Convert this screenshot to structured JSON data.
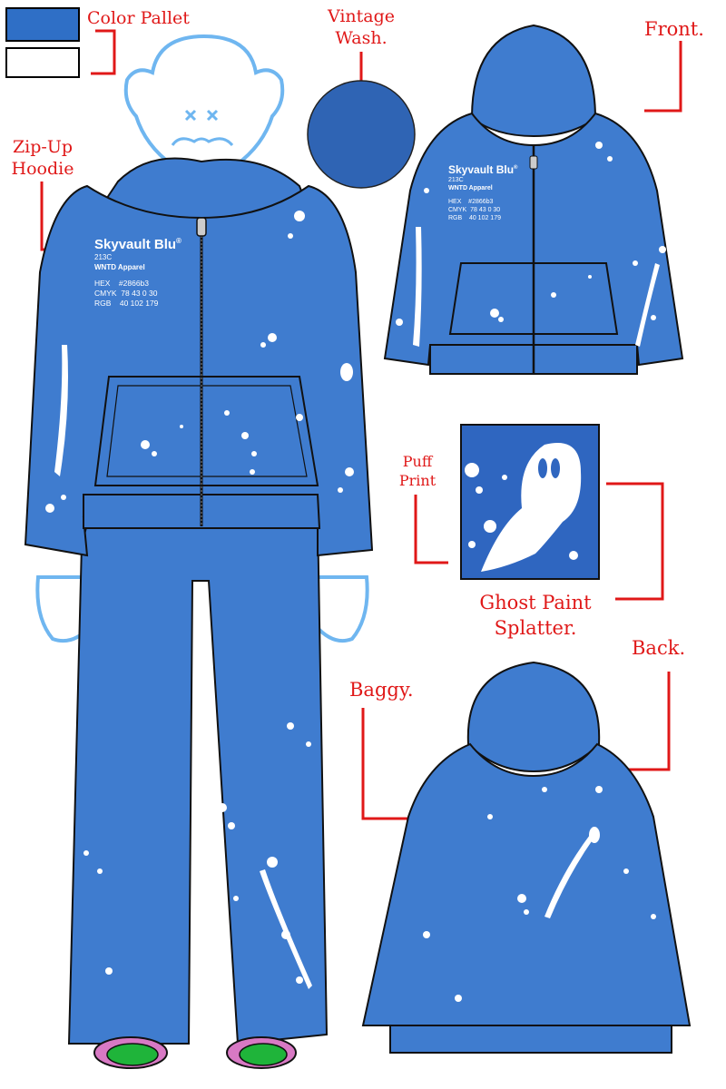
{
  "labels": {
    "color_pallet": "Color Pallet",
    "vintage_wash": [
      "Vintage",
      "Wash."
    ],
    "front": "Front.",
    "zip_up_hoodie": [
      "Zip-Up",
      "Hoodie"
    ],
    "puff_print": [
      "Puff",
      "Print"
    ],
    "ghost_paint_splatter": [
      "Ghost Paint",
      "Splatter."
    ],
    "back": "Back.",
    "baggy": "Baggy."
  },
  "print": {
    "brand": "Skyvault Blu",
    "reg_mark": "®",
    "code": "213C",
    "company": "WNTD Apparel",
    "hex": "HEX    #2866b3",
    "cmyk": "CMYK  78 43 0 30",
    "rgb": "RGB    40 102 179"
  },
  "colors": {
    "garment_blue": "#3f7ccf",
    "wash_blue": "#2f64b4",
    "pallet_1": "#2f6fc6",
    "pallet_2": "#ffffff",
    "annotation_red": "#e01818",
    "figure_outline": "#6fb6f0",
    "shoe_pink": "#d879c4",
    "shoe_green": "#1fb43a"
  },
  "icons": [
    "mannequin-face-icon",
    "ghost-splatter-icon",
    "zipper-icon"
  ]
}
